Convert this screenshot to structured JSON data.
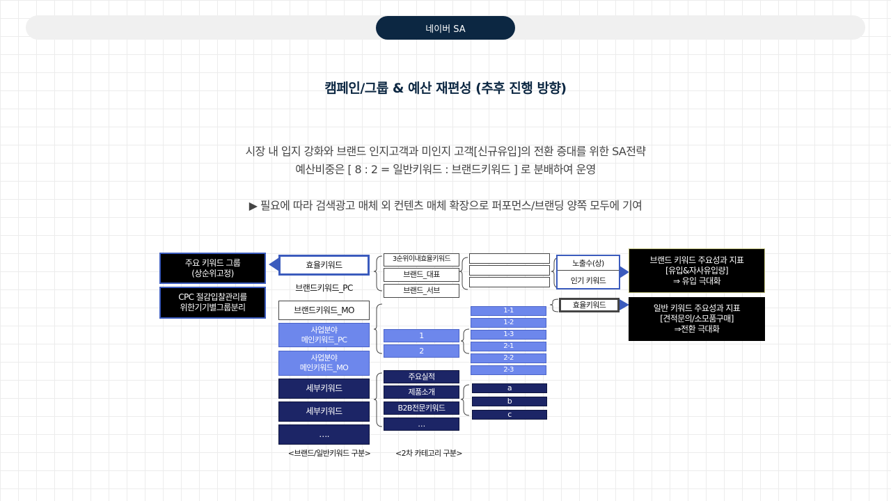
{
  "header": {
    "pill_label": "네이버 SA"
  },
  "title": "캠페인/그룹 & 예산 재편성 (추후 진행 방향)",
  "description": {
    "line1": "시장 내 입지 강화와 브랜드 인지고객과 미인지 고객[신규유입]의 전환 증대를 위한 SA전략",
    "line2": "예산비중은 [ 8 : 2 = 일반키워드 : 브랜드키워드 ] 로 분배하여 운영",
    "line3": "▶ 필요에 따라 검색광고 매체 외 컨텐츠 매체 확장으로 퍼포먼스/브랜딩 양쪽 모두에 기여"
  },
  "diagram": {
    "left_notes": {
      "note1": "주요 키워드 그룹\n(상순위고정)",
      "note2": "CPC 절감입찰관리를\n위한기기별그룹분리"
    },
    "col1": {
      "efficiency": "효율키워드",
      "brand_pc": "브랜드키워드_PC",
      "brand_mo": "브랜드키워드_MO",
      "biz_pc": "사업분야\n메인키워드_PC",
      "biz_mo": "사업분야\n메인키워드_MO",
      "detail1": "세부키워드",
      "detail2": "세부키워드",
      "more": "….",
      "caption": "<브랜드/일반키워드 구분>"
    },
    "col2": {
      "top3": "3순위이내효율키워드",
      "brand_main": "브랜드_대표",
      "brand_sub": "브랜드_서브",
      "n1": "1",
      "n2": "2",
      "perf": "주요실적",
      "product": "제품소개",
      "b2b": "B2B전문키워드",
      "more": "…",
      "caption": "<2차 카테고리 구분>"
    },
    "col3": {
      "sub": [
        "1-1",
        "1-2",
        "1-3",
        "2-1",
        "2-2",
        "2-3"
      ],
      "abc": [
        "a",
        "b",
        "c"
      ]
    },
    "col4": {
      "exposure": "노출수(상)",
      "popular": "인기 키워드",
      "efficiency": "효율키워드"
    },
    "result": {
      "brand": "브랜드 키워드 주요성과 지표\n[유입&자사유입량]\n⇒ 유입 극대화",
      "general": "일반 키워드 주요성과 지표\n[견적문의/소모품구매]\n⇒전환 극대화"
    },
    "colors": {
      "navy": "#1c2566",
      "light_blue": "#6d87ec",
      "cyan": "#6a8ae8",
      "border_blue": "#3b5bbd",
      "dark": "#0c2742"
    }
  }
}
